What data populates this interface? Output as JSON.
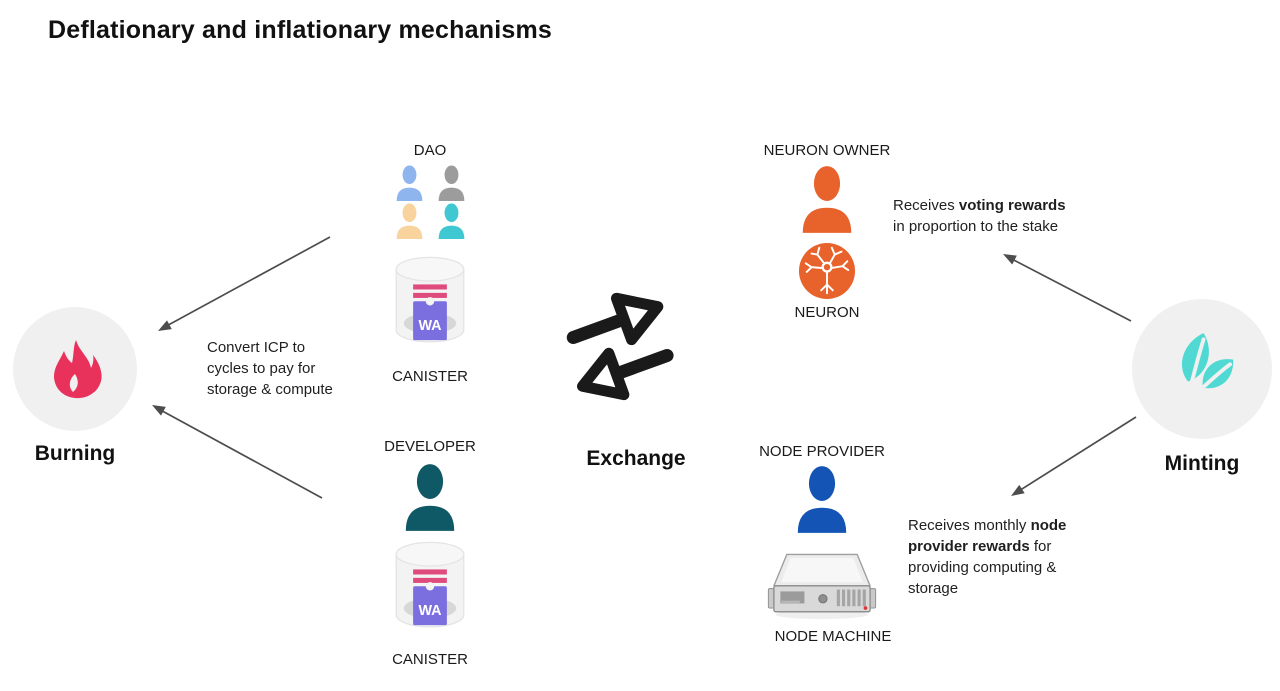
{
  "title": "Deflationary and inflationary mechanisms",
  "colors": {
    "flame": "#E8315B",
    "circle_bg": "#F0F0F1",
    "leaf": "#4FD9D2",
    "orange": "#E8632C",
    "node_blue": "#1354B5",
    "developer_teal": "#0F5866",
    "dao_blue": "#8FB5EF",
    "dao_gray": "#9C9C9C",
    "dao_peach": "#F8D39E",
    "dao_cyan": "#3FC8D2",
    "canister_badge": "#7B6FE0",
    "canister_stripe": "#E04B7E",
    "arrow": "#4D4D4D",
    "exchange_icon": "#1A1A1A",
    "neuron_white": "#FFFFFF"
  },
  "nodes": {
    "burning": {
      "label": "Burning"
    },
    "minting": {
      "label": "Minting"
    },
    "exchange": {
      "label": "Exchange"
    },
    "dao": {
      "label": "DAO"
    },
    "canister_top": {
      "label": "CANISTER",
      "badge": "WA"
    },
    "developer": {
      "label": "DEVELOPER"
    },
    "canister_bottom": {
      "label": "CANISTER",
      "badge": "WA"
    },
    "neuron_owner": {
      "label": "NEURON OWNER"
    },
    "neuron": {
      "label": "NEURON"
    },
    "node_provider": {
      "label": "NODE PROVIDER"
    },
    "node_machine": {
      "label": "NODE MACHINE"
    }
  },
  "annotations": {
    "convert": {
      "line1": "Convert ICP to",
      "line2": "cycles to pay for",
      "line3": "storage & compute"
    },
    "voting": {
      "line1_pre": "Receives ",
      "line1_bold": "voting rewards",
      "line2": "in proportion to the stake"
    },
    "node_rewards": {
      "line1_pre": "Receives monthly ",
      "line1_bold": "node",
      "line2_bold": "provider rewards",
      "line2_post": " for",
      "line3": "providing computing &",
      "line4": "storage"
    }
  }
}
